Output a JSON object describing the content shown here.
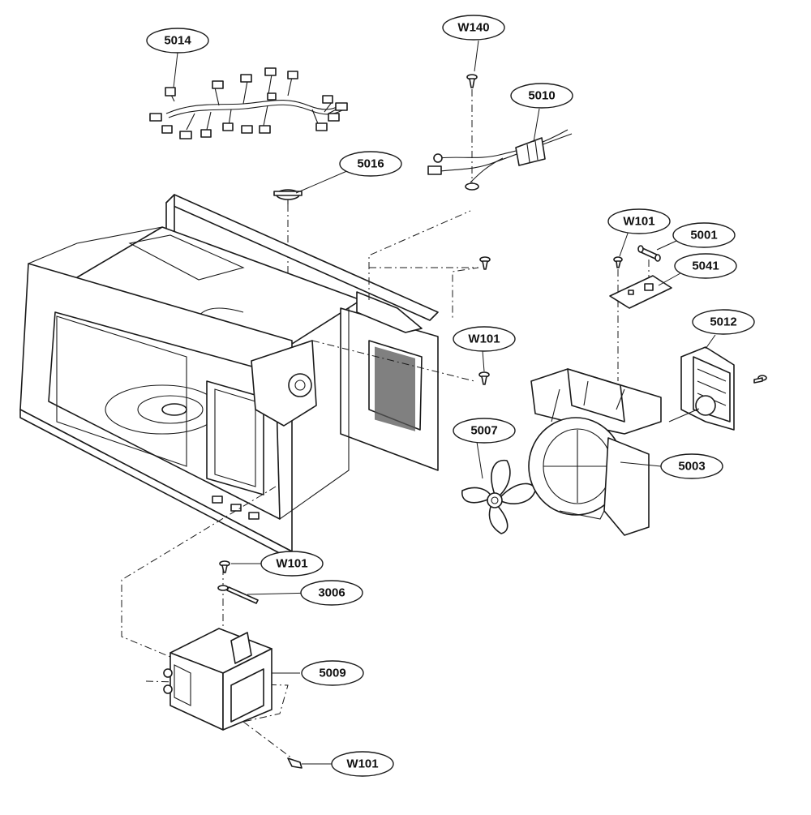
{
  "diagram": {
    "callouts": [
      {
        "id": "c-5014",
        "label": "5014"
      },
      {
        "id": "c-w140",
        "label": "W140"
      },
      {
        "id": "c-5010",
        "label": "5010"
      },
      {
        "id": "c-5016",
        "label": "5016"
      },
      {
        "id": "c-w101-a",
        "label": "W101"
      },
      {
        "id": "c-5001",
        "label": "5001"
      },
      {
        "id": "c-5041",
        "label": "5041"
      },
      {
        "id": "c-5012",
        "label": "5012"
      },
      {
        "id": "c-w101-b",
        "label": "W101"
      },
      {
        "id": "c-5007",
        "label": "5007"
      },
      {
        "id": "c-5003",
        "label": "5003"
      },
      {
        "id": "c-w101-c",
        "label": "W101"
      },
      {
        "id": "c-3006",
        "label": "3006"
      },
      {
        "id": "c-5009",
        "label": "5009"
      },
      {
        "id": "c-w101-d",
        "label": "W101"
      }
    ]
  },
  "colors": {
    "line": "#1a1a1a",
    "background": "#ffffff"
  }
}
